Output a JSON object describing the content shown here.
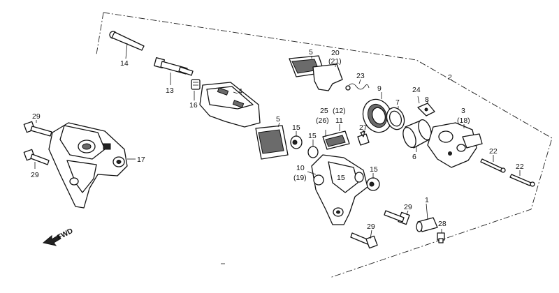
{
  "callouts": {
    "c1": "1",
    "c2": "2",
    "c3": "3",
    "c4": "4",
    "c5a": "5",
    "c5b": "5",
    "c6": "6",
    "c7": "7",
    "c8": "8",
    "c9": "9",
    "c10": "10",
    "c10alt": "(19)",
    "c11": "11",
    "c11alt": "(12)",
    "c13": "13",
    "c14": "14",
    "c15a": "15",
    "c15b": "15",
    "c15c": "15",
    "c15d": "15",
    "c16": "16",
    "c17": "17",
    "c3alt": "(18)",
    "c20": "20",
    "c20alt": "(21)",
    "c22a": "22",
    "c22b": "22",
    "c23": "23",
    "c24": "24",
    "c25": "25",
    "c25alt": "(26)",
    "c27": "27",
    "c28": "28",
    "c29a": "29",
    "c29b": "29",
    "c29c": "29",
    "c29d": "29"
  },
  "fwd_label": "FWD"
}
